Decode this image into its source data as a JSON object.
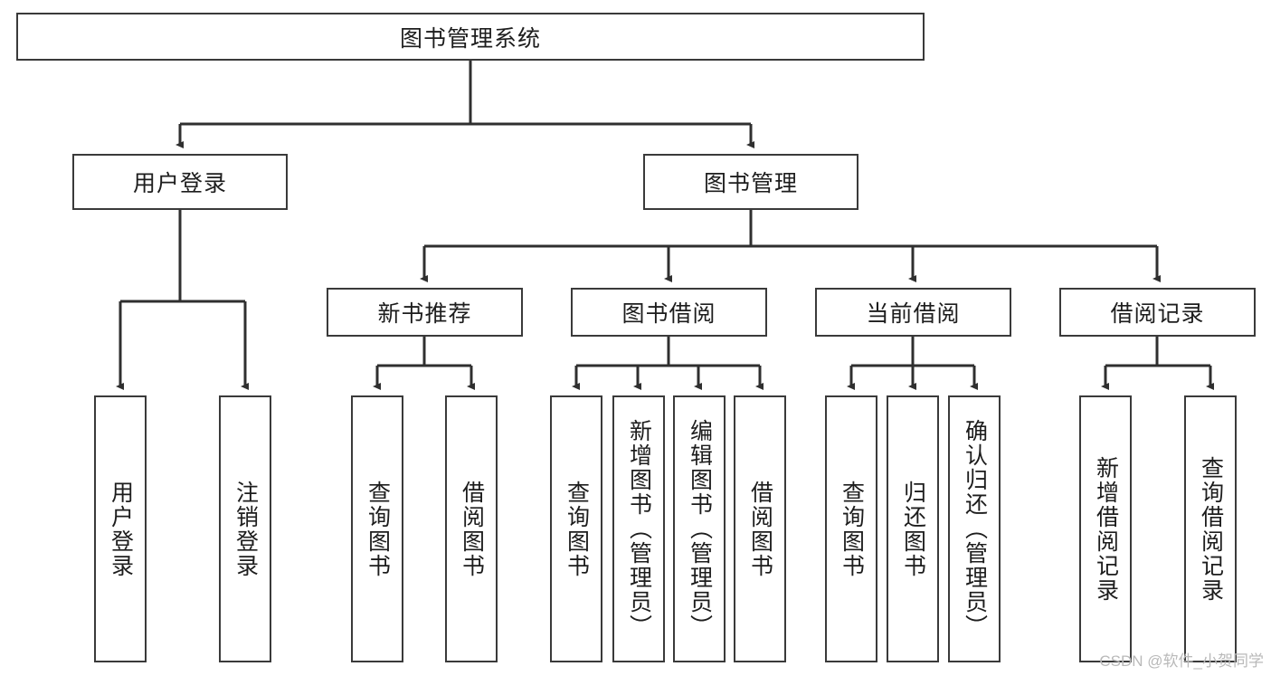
{
  "diagram": {
    "title": "图书管理系统",
    "type": "tree-hierarchy-diagram",
    "colors": {
      "box_border": "#3a3a3a",
      "box_fill": "#ffffff",
      "edge": "#2f2f2f",
      "text": "#1d1d1d",
      "watermark": "#b9b9b9"
    },
    "root": {
      "label": "图书管理系统"
    },
    "level2": [
      {
        "label": "用户登录"
      },
      {
        "label": "图书管理"
      }
    ],
    "level3": [
      {
        "label": "新书推荐"
      },
      {
        "label": "图书借阅"
      },
      {
        "label": "当前借阅"
      },
      {
        "label": "借阅记录"
      }
    ],
    "leaves_user_login": [
      {
        "label": "用户登录"
      },
      {
        "label": "注销登录"
      }
    ],
    "leaves_new_book": [
      {
        "label": "查询图书"
      },
      {
        "label": "借阅图书"
      }
    ],
    "leaves_borrow": [
      {
        "label": "查询图书"
      },
      {
        "label": "新增图书（管理员）"
      },
      {
        "label": "编辑图书（管理员）"
      },
      {
        "label": "借阅图书"
      }
    ],
    "leaves_current": [
      {
        "label": "查询图书"
      },
      {
        "label": "归还图书"
      },
      {
        "label": "确认归还（管理员）"
      }
    ],
    "leaves_records": [
      {
        "label": "新增借阅记录"
      },
      {
        "label": "查询借阅记录"
      }
    ]
  },
  "watermark": {
    "text": "CSDN @软件_小贺同学"
  }
}
